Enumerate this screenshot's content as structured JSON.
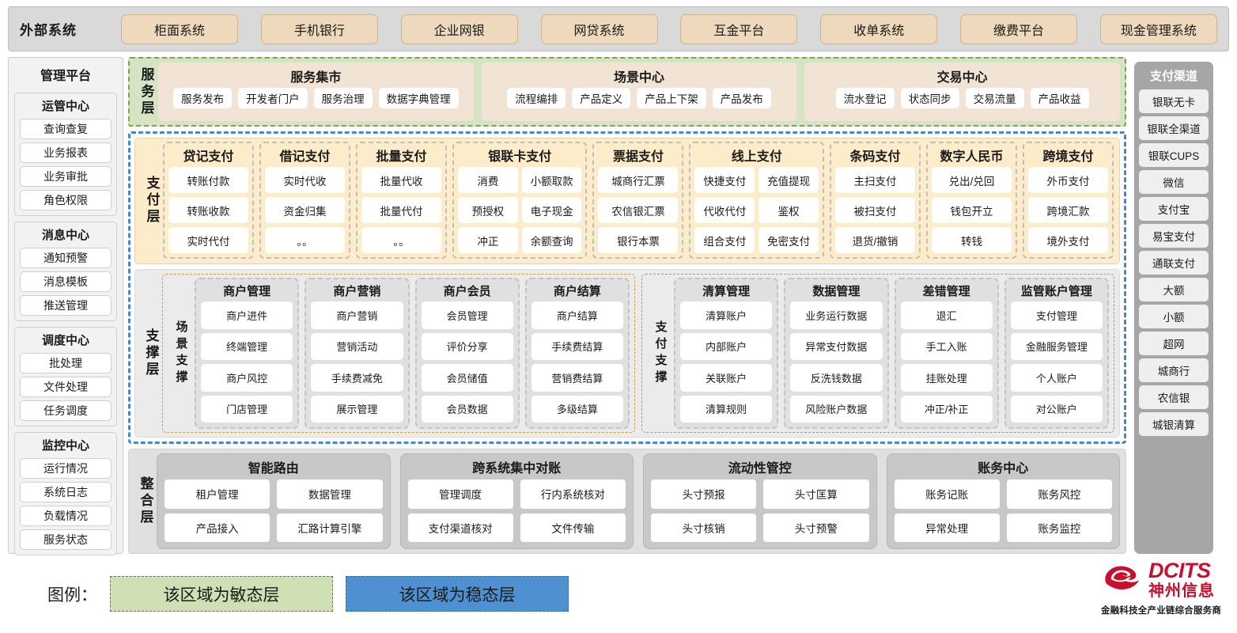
{
  "external": {
    "title": "外部系统",
    "items": [
      "柜面系统",
      "手机银行",
      "企业网银",
      "网贷系统",
      "互金平台",
      "收单系统",
      "缴费平台",
      "现金管理系统"
    ]
  },
  "management": {
    "title": "管理平台",
    "groups": [
      {
        "title": "运管中心",
        "items": [
          "查询查复",
          "业务报表",
          "业务审批",
          "角色权限"
        ]
      },
      {
        "title": "消息中心",
        "items": [
          "通知预警",
          "消息模板",
          "推送管理"
        ]
      },
      {
        "title": "调度中心",
        "items": [
          "批处理",
          "文件处理",
          "任务调度"
        ]
      },
      {
        "title": "监控中心",
        "items": [
          "运行情况",
          "系统日志",
          "负载情况",
          "服务状态"
        ]
      }
    ]
  },
  "channels": {
    "title": "支付渠道",
    "items": [
      "银联无卡",
      "银联全渠道",
      "银联CUPS",
      "微信",
      "支付宝",
      "易宝支付",
      "通联支付",
      "大额",
      "小额",
      "超网",
      "城商行",
      "农信银",
      "城银清算"
    ]
  },
  "service_layer": {
    "label": "服务层",
    "groups": [
      {
        "title": "服务集市",
        "items": [
          "服务发布",
          "开发者门户",
          "服务治理",
          "数据字典管理"
        ]
      },
      {
        "title": "场景中心",
        "items": [
          "流程编排",
          "产品定义",
          "产品上下架",
          "产品发布"
        ]
      },
      {
        "title": "交易中心",
        "items": [
          "流水登记",
          "状态同步",
          "交易流量",
          "产品收益"
        ]
      }
    ]
  },
  "payment_layer": {
    "label": "支付层",
    "groups": [
      {
        "title": "贷记支付",
        "cols": 1,
        "items": [
          "转账付款",
          "转账收款",
          "实时代付"
        ]
      },
      {
        "title": "借记支付",
        "cols": 1,
        "items": [
          "实时代收",
          "资金归集",
          "。。"
        ]
      },
      {
        "title": "批量支付",
        "cols": 1,
        "items": [
          "批量代收",
          "批量代付",
          "。。"
        ]
      },
      {
        "title": "银联卡支付",
        "cols": 2,
        "items": [
          "消费",
          "小额取款",
          "预授权",
          "电子现金",
          "冲正",
          "余额查询"
        ]
      },
      {
        "title": "票据支付",
        "cols": 1,
        "items": [
          "城商行汇票",
          "农信银汇票",
          "银行本票"
        ]
      },
      {
        "title": "线上支付",
        "cols": 2,
        "items": [
          "快捷支付",
          "充值提现",
          "代收代付",
          "鉴权",
          "组合支付",
          "免密支付"
        ]
      },
      {
        "title": "条码支付",
        "cols": 1,
        "items": [
          "主扫支付",
          "被扫支付",
          "退货/撤销"
        ]
      },
      {
        "title": "数字人民币",
        "cols": 1,
        "items": [
          "兑出/兑回",
          "钱包开立",
          "转钱"
        ]
      },
      {
        "title": "跨境支付",
        "cols": 1,
        "items": [
          "外币支付",
          "跨境汇款",
          "境外支付"
        ]
      }
    ]
  },
  "support_layer": {
    "label": "支撑层",
    "zones": [
      {
        "label": "场景支撑",
        "kind": "scene",
        "groups": [
          {
            "title": "商户管理",
            "items": [
              "商户进件",
              "终端管理",
              "商户风控",
              "门店管理"
            ]
          },
          {
            "title": "商户营销",
            "items": [
              "商户营销",
              "营销活动",
              "手续费减免",
              "展示管理"
            ]
          },
          {
            "title": "商户会员",
            "items": [
              "会员管理",
              "评价分享",
              "会员储值",
              "会员数据"
            ]
          },
          {
            "title": "商户结算",
            "items": [
              "商户结算",
              "手续费结算",
              "营销费结算",
              "多级结算"
            ]
          }
        ]
      },
      {
        "label": "支付支撑",
        "kind": "paysup",
        "groups": [
          {
            "title": "清算管理",
            "items": [
              "清算账户",
              "内部账户",
              "关联账户",
              "清算规则"
            ]
          },
          {
            "title": "数据管理",
            "items": [
              "业务运行数据",
              "异常支付数据",
              "反洗钱数据",
              "风险账户数据"
            ]
          },
          {
            "title": "差错管理",
            "items": [
              "退汇",
              "手工入账",
              "挂账处理",
              "冲正/补正"
            ]
          },
          {
            "title": "监管账户管理",
            "items": [
              "支付管理",
              "金融服务管理",
              "个人账户",
              "对公账户"
            ]
          }
        ]
      }
    ]
  },
  "integration_layer": {
    "label": "整合层",
    "groups": [
      {
        "title": "智能路由",
        "items": [
          "租户管理",
          "数据管理",
          "产品接入",
          "汇路计算引擎"
        ]
      },
      {
        "title": "跨系统集中对账",
        "items": [
          "管理调度",
          "行内系统核对",
          "支付渠道核对",
          "文件传输"
        ]
      },
      {
        "title": "流动性管控",
        "items": [
          "头寸预报",
          "头寸匡算",
          "头寸核销",
          "头寸预警"
        ]
      },
      {
        "title": "账务中心",
        "items": [
          "账务记账",
          "账务风控",
          "异常处理",
          "账务监控"
        ]
      }
    ]
  },
  "legend": {
    "title": "图例：",
    "agile": "该区域为敏态层",
    "stable": "该区域为稳态层",
    "agile_color": "#cfe0b4",
    "stable_color": "#4f91d0"
  },
  "logo": {
    "en": "DCITS",
    "cn": "神州信息",
    "tagline": "金融科技全产业链综合服务商",
    "color": "#c8102e"
  }
}
